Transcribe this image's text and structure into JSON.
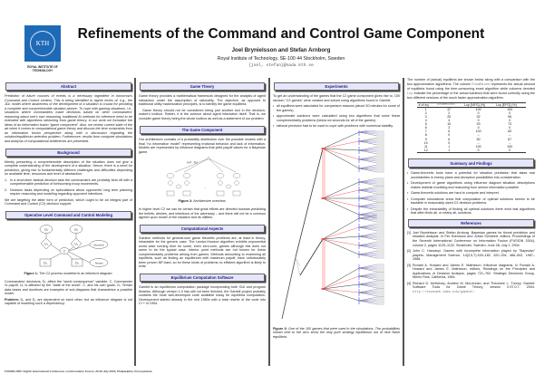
{
  "header": {
    "logo_text": "KTH",
    "logo_caption": "ROYAL INSTITUTE OF TECHNOLOGY",
    "title": "Refinements of the Command and Control Game Component",
    "authors": "Joel Brynielsson and Stefan Arnborg",
    "affiliation": "Royal Institute of Technology, SE-100 44 Stockholm, Sweden",
    "email": "{joel, stefan}@nada.kth.se"
  },
  "abstract": {
    "heading": "Abstract",
    "text": "Prediction of future courses of events is a necessary ingredient in tomorrow's Command and Control centers. This is being identified in higher levels of, e.g., the JDL model where awareness of the development of a situation is crucial for providing a complete and comprehensible situation picture. To cope with gaming situations, i.e., situations where commanders make decisions based on other commanders' reasoning about one's own reasoning, traditional AI methods for inference need to be extended with algorithms stemming from game theory. In our work we formalize the ideas of an information fusion \"game component\". Also, we review current state of the art when it comes to computational game theory and discuss the time constraints from an information fusion perspective along with a discussion regarding the solution/equilibrium selection problem. Furthermore, results from computer simulations and analysis of computational bottlenecks are presented."
  },
  "background": {
    "heading": "Background",
    "intro": "Merely presenting a comprehensible description of the situation does not give a complete understanding of the development of a situation. Hence, there is a need for prediction, giving rise to fundamentally different challenges and difficulties depending on available time, resources and level of abstraction:",
    "items": [
      "In a short-term tactical decision task the commanders are probably best off with a comprehensible prediction of forthcoming troop movements.",
      "Decision tasks depending on speculations about opponents' long term planning require reasoning and modeling regarding opponent intentions."
    ],
    "outro": "We are targeting the latter form of prediction, which ought to be an integral part of Command and Control (C2) decision support."
  },
  "operative": {
    "heading": "Operative Level Command and Control Modeling",
    "nodes": {
      "g1": "G₁",
      "g2": "G₂",
      "u1": "U₁",
      "u2": "U₂",
      "c": "C",
      "d1": "D₁",
      "d2": "D₂",
      "doctrine": "Doctrine",
      "terrain": "Terrain"
    },
    "caption_label": "Figure 1:",
    "caption": "The C2 process modeled in an influence diagram.",
    "text": "Commanders' decisions, Dᵢ, affect the \"world consequence\" variable, C. Commander i's payoff, Uᵢ, is affected by the \"state of the world\", C, and his own goals, Gᵢ. Terrain data bases and doctrines are examples of sub-diagrams that characterize a possible model.",
    "problem_label": "Problem:",
    "problem": "D₁ and D₂ are dependent on each other, but an influence diagram is not capable of modeling such a dependency."
  },
  "game_theory": {
    "heading": "Game Theory",
    "p1": "Game theory provides a mathematical framework designed for the analysis of agent interaction under the assumption of rationality. The objective, as opposed to traditional utility maximization principles, is to identify the game equilibria.",
    "p2": "Game theory should not be considered being just another tool in the decision-maker's toolbox. Rather, it is the science about agent interaction itself. That is, we consider game theory being the whole toolbox as well as a statement of our problem."
  },
  "game_component": {
    "heading": "The Game Component",
    "text": "Our architecture consists of a probability distribution over the possible models with a final \"no information model\" representing irrational behavior and lack of information. Models are represented by influence diagrams that yield payoff values for a Bayesian game.",
    "prob_label": "p₁(1 - β₁)",
    "ellipsis": "...",
    "caption_label": "Figure 2:",
    "caption": "Architecture overview.",
    "after": "In higher level C2 we can be certain that great efforts are directed towards predicting the beliefs, desires, and intentions of the adversary – and there will not be a common agreed upon model of the situation and its utilities."
  },
  "computational": {
    "heading": "Computational Aspects",
    "text": "Solution methods for general-sum game theoretic problems are, at least in theory, intractable for the generic case. The Lemke-Howson algorithm exhibits exponential worst case running time for some, even zero-sum, games although this does not seem to be the typical case. Interior point methods are not known for linear complementarity problems arising from games. Methods amounting to examining all equilibria, such as finding an equilibrium with maximum payoff, have unfortunately been proven NP-hard, so for these kinds of problems no efficient algorithm is likely to exist."
  },
  "equilibrium": {
    "heading": "Equilibrium Computation Software",
    "text": "Gambit is an equilibrium computation package incorporating both GUI and program libraries. Although version 1.0 has still not been finished, the Gambit project probably contains the most well-developed code available today for equilibria computation. Development started already in the mid 1980s with a total rewrite of the code into C++ in 1994."
  },
  "experiments": {
    "heading": "Experiments",
    "intro": "To get an understanding of the games that the C2 game component gives rise to, 100 random \"C2 games\" were created and solved using algorithms found in Gambit:",
    "items": [
      "all equilibria were calculated for comparison reasons (about 30 minutes for some of the games).",
      "approximate solutions were calculated using two algorithms that solve linear complementarity problems (below six seconds for all of the games).",
      "rational precision had to be used to cope with problems with numerical stability."
    ],
    "caption_label": "Figure 3:",
    "caption": "One of the 100 games that were used in the simulations. The probabilities shown next to the arcs show the only pure strategy equilibrium out of nine Nash equilibria.",
    "colors": {
      "red": "#ff5555",
      "blue": "#4a4aff",
      "black": "#333333",
      "gray": "#bbbbbb"
    }
  },
  "results": {
    "intro_1": "The number of (actual) equilibria are shown below along with a comparison with the two approximation algorithms. The column ",
    "col_enum": "EnumMixed",
    "intro_2": " represents the actual amount of equilibria found using the time-consuming exact algorithm while columns denoted ",
    "col_lcp": "Lcp",
    "intro_3": " indicate the percentage of the actual solutions that were found correctly using the two different versions of the much faster approximation algorithm.",
    "table": {
      "headers": [
        "# of eq.",
        "EnumMixed",
        "Lcp [NFG] (%)",
        "Lcp [EFG] (%)"
      ],
      "rows": [
        [
          "1",
          "37",
          "100",
          "100"
        ],
        [
          "2",
          "2",
          "0",
          "0"
        ],
        [
          "3",
          "25",
          "92",
          "96"
        ],
        [
          "4",
          "4",
          "0",
          "0"
        ],
        [
          "5",
          "15",
          "93",
          "73"
        ],
        [
          "6",
          "3",
          "0",
          "0"
        ],
        [
          "7",
          "6",
          "100",
          "83"
        ],
        [
          "8",
          "0",
          "–",
          "–"
        ],
        [
          "9",
          "6",
          "50",
          "67"
        ],
        [
          "10",
          "0",
          "–",
          "–"
        ],
        [
          "11",
          "1",
          "100",
          "100"
        ],
        [
          "12",
          "1",
          "0",
          "0"
        ]
      ]
    }
  },
  "summary": {
    "heading": "Summary and Findings",
    "items": [
      "Game-theoretic tools have a potential for situation prediction that takes real uncertainties in enemy plans and deception possibilities into consideration.",
      "Development of game algorithms using influence diagram situation descriptions makes realistic modeling and reasoning from sensor information possible.",
      "Game-theoretic solutions are hard to compute and interpret.",
      "Computer simulations show that computation of optimal solutions seems to be tractable in reasonably sized C2 decision problems.",
      "Despite the intractability of finding all optimal solutions there exist fast algorithms that often finds all, or nearly all, solutions."
    ]
  },
  "references": {
    "heading": "References",
    "items": [
      {
        "num": "[1]",
        "text": "Joel Brynielsson and Stefan Arnborg. Bayesian games for threat prediction and situation analysis. In Per Svensson and Johan Schubert, editors, Proceedings of the Seventh International Conference on Information Fusion (FUSION 2004), volume 2, pages 1125–1132, Stockholm, Sweden, June 28–July 1, 2004."
      },
      {
        "num": "[2]",
        "text": "John C. Harsanyi. Games with incomplete information played by \"Bayesian\" players. Management Science, 14(3,5,7):159–182, 320–334, 486–502, 1967–1968."
      },
      {
        "num": "[3]",
        "text": "Ronald A. Howard and James E. Matheson. Influence diagrams. In Ronald A. Howard and James E. Matheson, editors, Readings on the Principles and Applications of Decision Analysis, pages 721–762. Strategic Decisions Group, Menlo Park, California, 1984."
      },
      {
        "num": "[4]",
        "text": "Richard D. McKelvey, Andrew M. McLennan, and Theodore L. Turocy. Gambit: Software Tools for Game Theory, version 0.97.0.7, 2004.",
        "url": "http://econweb.tamu.edu/gambit/"
      }
    ]
  },
  "footer": "FUSION 2005: Eighth International Conference on Information Fusion, 25-29 July 2005, Philadelphia, Pennsylvania",
  "colors": {
    "header_bg": "#e6e6fb",
    "header_text": "#1c1c8c",
    "logo_blue": "#1f6ab7"
  }
}
